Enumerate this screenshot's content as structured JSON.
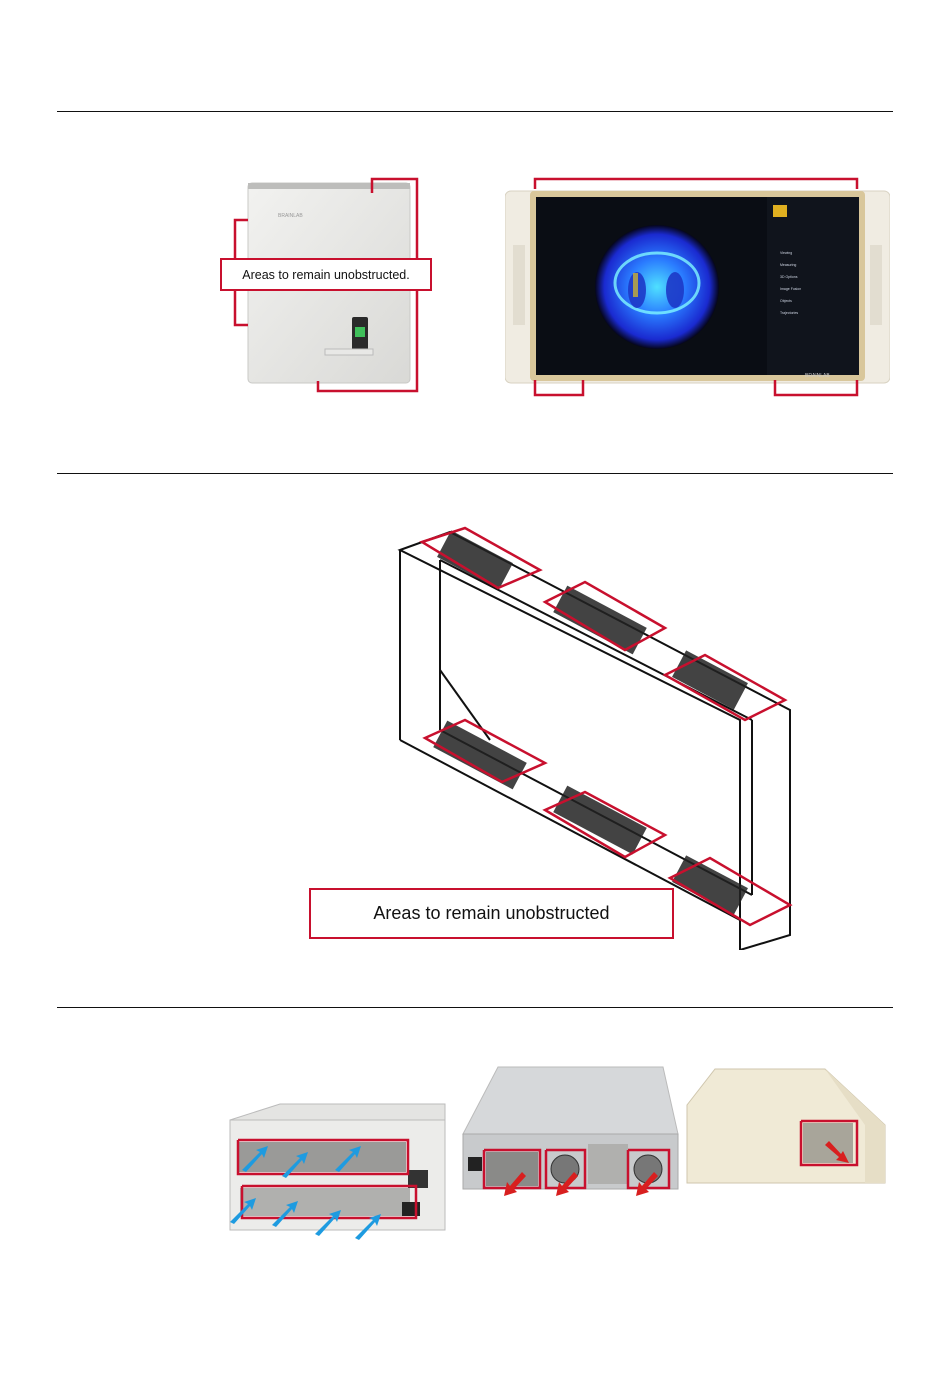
{
  "labels": {
    "wall_panel_callout": "Areas to remain unobstructed.",
    "frame_callout": "Areas to remain unobstructed"
  },
  "monitor": {
    "brand": "BRAINLAB",
    "menu_items": [
      "Viewing",
      "Measuring",
      "3D Options",
      "Image Fusion",
      "Objects",
      "Trajectories"
    ]
  },
  "colors": {
    "callout": "#c8102e",
    "inflow_arrow": "#1e9be0",
    "outflow_arrow": "#d81f1f"
  }
}
